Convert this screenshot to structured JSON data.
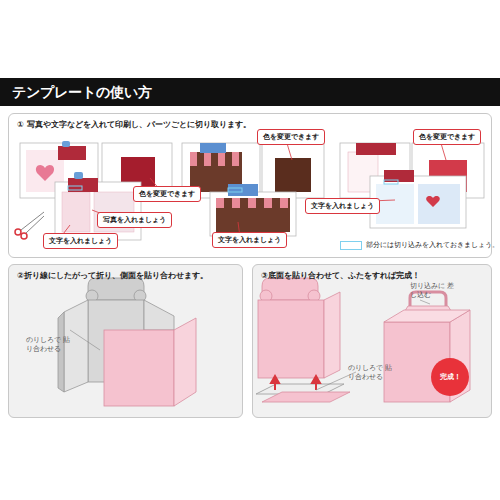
{
  "diagram": {
    "nodes": [
      {
        "text": [
          "テンプレートの使い方"
        ]
      },
      {
        "text": [
          "① 写真や文字などを入れて印刷し、パーツごとに切り取ります。"
        ]
      },
      {
        "text": [
          "色を変更できます"
        ],
        "in": 1
      },
      {
        "text": [
          "色を変更できます"
        ],
        "in": 1
      },
      {
        "text": [
          "色を変更できます"
        ],
        "in": 1
      },
      {
        "text": [
          "文字を入れましょう"
        ],
        "in": 1
      },
      {
        "text": [
          "写真を入れましょう"
        ],
        "in": 1
      },
      {
        "text": [
          "文字を入れましょう"
        ],
        "in": 1
      },
      {
        "text": [
          "文字を入れましょう"
        ],
        "in": 1
      },
      {
        "text": [
          "②折り線にしたがって折り、側面を貼り合わせます。"
        ]
      },
      {
        "text": [
          "③底面を貼り合わせて、ふたをすれば完成！"
        ]
      },
      {
        "text": [
          "完成！"
        ],
        "in": 10
      }
    ],
    "labels": [
      "のりしろで 貼り合わせる",
      "のりしろで 貼り合わせる",
      "切り込みに 差し込む"
    ],
    "legend": [
      {
        "text": "部分には切り込みを入れておきましょう。"
      }
    ]
  }
}
